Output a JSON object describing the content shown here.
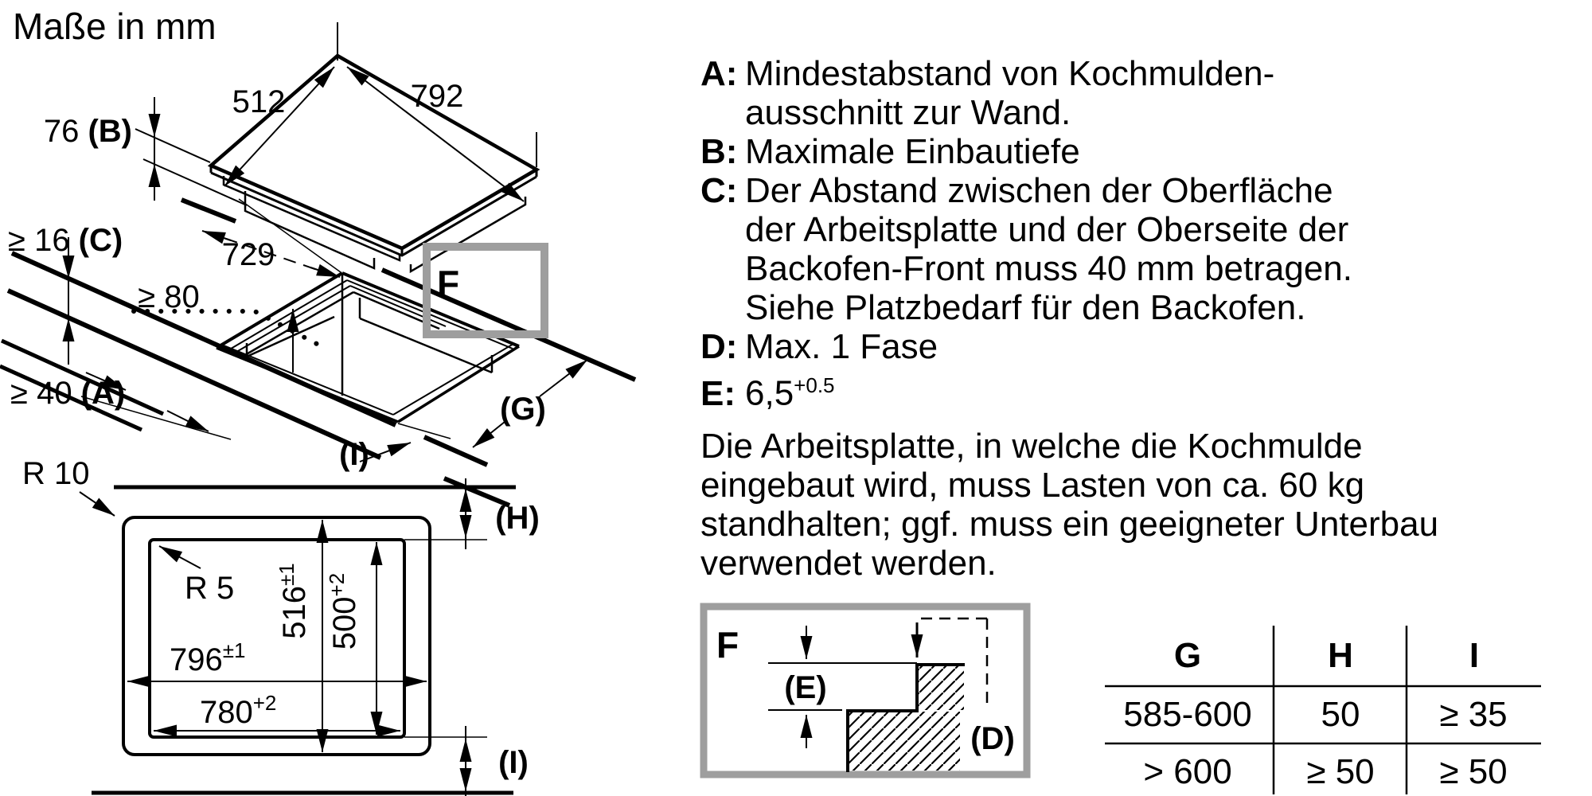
{
  "title": "Maße in mm",
  "colors": {
    "ink": "#000000",
    "detail_frame_gray": "#9E9E9E"
  },
  "iso": {
    "dim_width": "512",
    "dim_length": "792",
    "dim_depth_pre": "76 ",
    "dim_depth_key": "(B)",
    "dim_thickness_pre": "≥ 16 ",
    "dim_thickness_key": "(C)",
    "dim_cutout_diag": "729",
    "dim_clearance": "≥ 80",
    "dim_wall_pre": "≥ 40 ",
    "dim_wall_key": "(A)",
    "key_g": "(G)",
    "key_i": "(I)",
    "detail_marker": "F"
  },
  "plan": {
    "radius_outer": "R 10",
    "radius_inner": "R 5",
    "dim_height_outer": "516",
    "dim_height_outer_tol": "±1",
    "dim_height_inner": "500",
    "dim_height_inner_tol": "+2",
    "dim_width_outer": "796",
    "dim_width_outer_tol": "±1",
    "dim_width_inner": "780",
    "dim_width_inner_tol": "+2",
    "key_h": "(H)",
    "key_i": "(I)"
  },
  "legend": {
    "a_letter": "A:",
    "a_line1": "Mindestabstand von Kochmulden-",
    "a_line2": "ausschnitt zur Wand.",
    "b_letter": "B:",
    "b_text": "Maximale Einbautiefe",
    "c_letter": "C:",
    "c_line1": "Der Abstand zwischen der Oberfläche",
    "c_line2": "der Arbeitsplatte und der Oberseite der",
    "c_line3": "Backofen-Front muss 40 mm betragen.",
    "c_line4": "Siehe Platzbedarf für den Backofen.",
    "d_letter": "D:",
    "d_text": "Max. 1 Fase",
    "e_letter": "E:",
    "e_value": "6,5",
    "e_sup": "+0.5"
  },
  "paragraph": {
    "line1": "Die Arbeitsplatte, in welche die Kochmulde",
    "line2": "eingebaut wird, muss Lasten von ca. 60 kg",
    "line3": "standhalten; ggf. muss ein geeigneter Unterbau",
    "line4": "verwendet werden."
  },
  "detail": {
    "label": "F",
    "key_e": "(E)",
    "key_d": "(D)"
  },
  "table": {
    "headers": [
      "G",
      "H",
      "I"
    ],
    "rows": [
      [
        "585-600",
        "50",
        "≥ 35"
      ],
      [
        "> 600",
        "≥ 50",
        "≥ 50"
      ]
    ]
  }
}
